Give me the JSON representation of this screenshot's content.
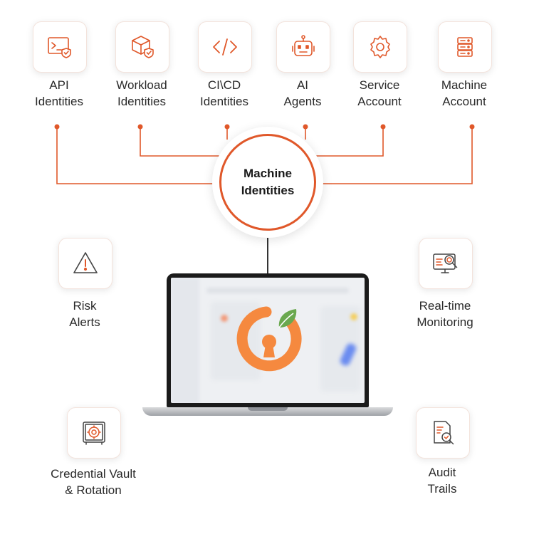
{
  "hub": {
    "line1": "Machine",
    "line2": "Identities"
  },
  "identities": [
    {
      "id": "api",
      "line1": "API",
      "line2": "Identities",
      "icon": "terminal-shield-icon"
    },
    {
      "id": "workload",
      "line1": "Workload",
      "line2": "Identities",
      "icon": "cube-shield-icon"
    },
    {
      "id": "cicd",
      "line1": "CI\\CD",
      "line2": "Identities",
      "icon": "code-brackets-icon"
    },
    {
      "id": "ai",
      "line1": "AI",
      "line2": "Agents",
      "icon": "robot-icon"
    },
    {
      "id": "service",
      "line1": "Service",
      "line2": "Account",
      "icon": "gear-icon"
    },
    {
      "id": "machine",
      "line1": "Machine",
      "line2": "Account",
      "icon": "server-icon"
    }
  ],
  "features": [
    {
      "id": "risk",
      "line1": "Risk",
      "line2": "Alerts",
      "icon": "warning-triangle-icon"
    },
    {
      "id": "monitoring",
      "line1": "Real-time",
      "line2": "Monitoring",
      "icon": "monitor-search-icon"
    },
    {
      "id": "vault",
      "line1": "Credential Vault",
      "line2": "& Rotation",
      "icon": "vault-icon"
    },
    {
      "id": "audit",
      "line1": "Audit",
      "line2": "Trails",
      "icon": "document-search-icon"
    }
  ],
  "colors": {
    "accent": "#e0582a",
    "logo_orange": "#f5893f",
    "logo_green": "#6aa84f"
  }
}
